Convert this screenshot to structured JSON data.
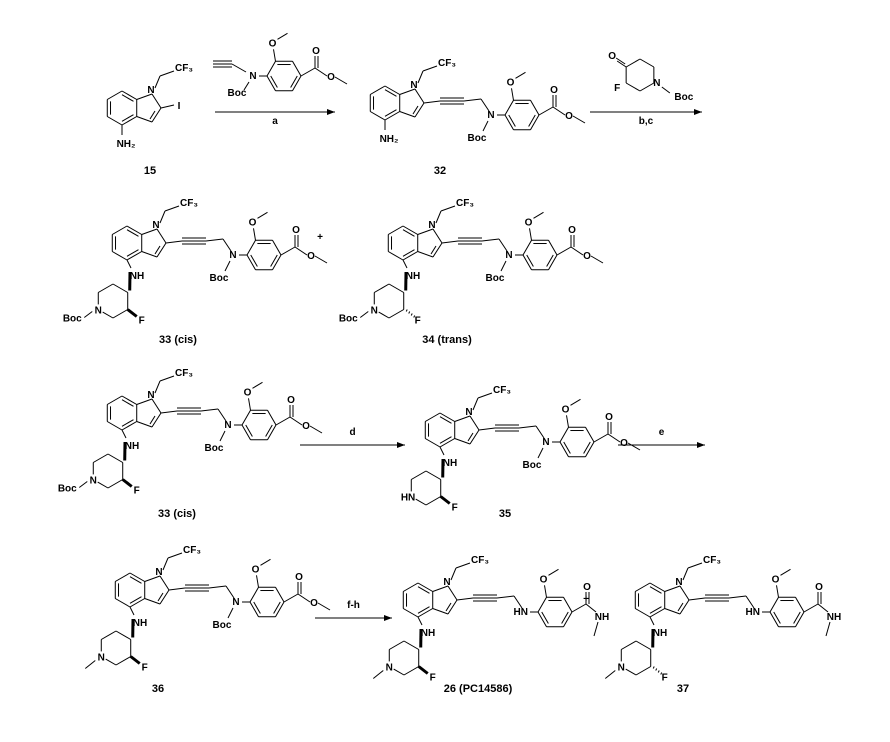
{
  "atoms": {
    "cf3": "CF₃",
    "n": "N",
    "nh": "NH",
    "hn": "HN",
    "nh2": "NH₂",
    "boc": "Boc",
    "o": "O",
    "f": "F",
    "i": "I"
  },
  "compounds": [
    {
      "id": "15",
      "label": "15"
    },
    {
      "id": "32",
      "label": "32"
    },
    {
      "id": "33",
      "label": "33 (cis)"
    },
    {
      "id": "34",
      "label": "34 (trans)"
    },
    {
      "id": "33b",
      "label": "33 (cis)"
    },
    {
      "id": "35",
      "label": "35"
    },
    {
      "id": "36",
      "label": "36"
    },
    {
      "id": "26",
      "label": "26 (PC14586)"
    },
    {
      "id": "37",
      "label": "37"
    }
  ],
  "steps": [
    {
      "id": "a",
      "label": "a"
    },
    {
      "id": "bc",
      "label": "b,c"
    },
    {
      "id": "d",
      "label": "d"
    },
    {
      "id": "e",
      "label": "e"
    },
    {
      "id": "fh",
      "label": "f-h"
    }
  ],
  "plus": "+"
}
